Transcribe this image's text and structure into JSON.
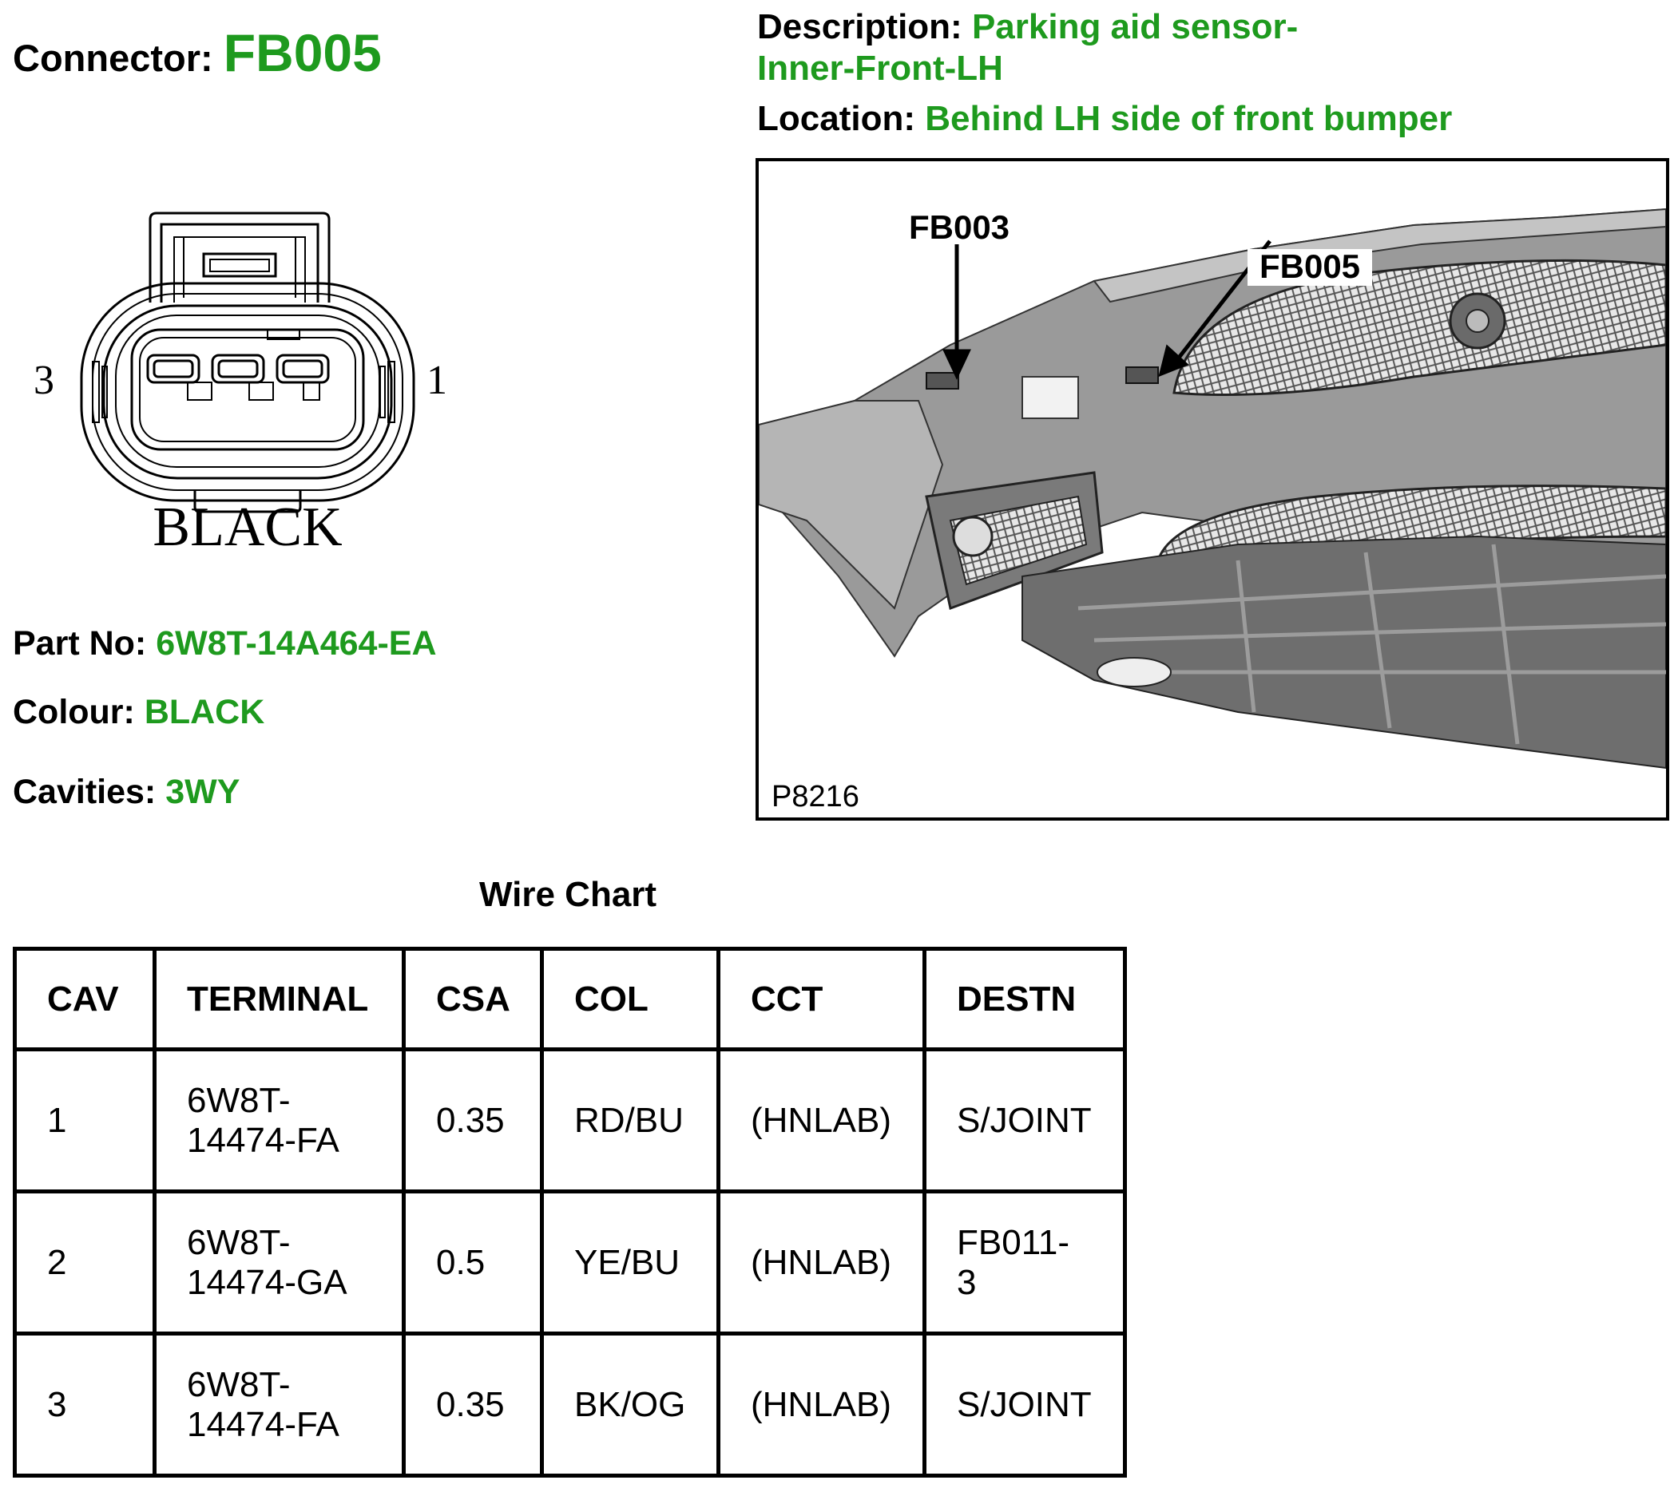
{
  "connector": {
    "label": "Connector:",
    "value": "FB005"
  },
  "description": {
    "label": "Description:",
    "value_line1": "Parking aid sensor-",
    "value_line2": "Inner-Front-LH"
  },
  "location": {
    "label": "Location:",
    "value": "Behind LH side of front bumper"
  },
  "diagram": {
    "pin_left": "3",
    "pin_right": "1",
    "color_caption": "BLACK"
  },
  "part_no": {
    "label": "Part No:",
    "value": "6W8T-14A464-EA"
  },
  "colour": {
    "label": "Colour:",
    "value": "BLACK"
  },
  "cavities": {
    "label": "Cavities:",
    "value": "3WY"
  },
  "photo": {
    "callout_1": "FB003",
    "callout_2": "FB005",
    "ref": "P8216"
  },
  "wire_chart": {
    "title": "Wire Chart",
    "headers": [
      "CAV",
      "TERMINAL",
      "CSA",
      "COL",
      "CCT",
      "DESTN"
    ],
    "rows": [
      {
        "cav": "1",
        "terminal_1": "6W8T-",
        "terminal_2": "14474-FA",
        "csa": "0.35",
        "col": "RD/BU",
        "cct": "(HNLAB)",
        "destn_1": "S/JOINT",
        "destn_2": ""
      },
      {
        "cav": "2",
        "terminal_1": "6W8T-",
        "terminal_2": "14474-GA",
        "csa": "0.5",
        "col": "YE/BU",
        "cct": "(HNLAB)",
        "destn_1": "FB011-",
        "destn_2": "3"
      },
      {
        "cav": "3",
        "terminal_1": "6W8T-",
        "terminal_2": "14474-FA",
        "csa": "0.35",
        "col": "BK/OG",
        "cct": "(HNLAB)",
        "destn_1": "S/JOINT",
        "destn_2": ""
      }
    ]
  }
}
